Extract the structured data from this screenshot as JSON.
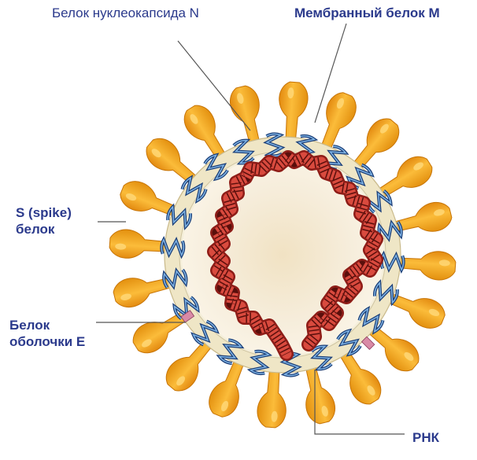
{
  "labels": {
    "nucleocapsid": "Белок нуклеокапсида N",
    "membrane": "Мембранный белок M",
    "spike_line1": "S (spike)",
    "spike_line2": "белок",
    "envelope_line1": "Белок",
    "envelope_line2": "оболочки E",
    "rna": "РНК"
  },
  "colors": {
    "label_text": "#2b3a8c",
    "spike": "#f4a41c",
    "envelope_ring": "#efe6c6",
    "membrane_protein": "#2a5d9c",
    "rna": "#c9332b",
    "envelope_protein": "#d98aa6",
    "core": "#f6eddb"
  },
  "icons": [
    "spike-protein-icon",
    "membrane-protein-icon",
    "envelope-protein-icon",
    "rna-strand-icon"
  ]
}
